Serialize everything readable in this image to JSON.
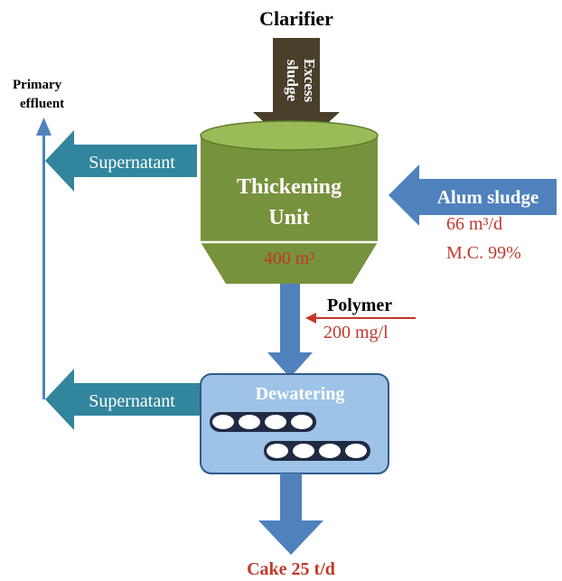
{
  "diagram": {
    "clarifier_label": "Clarifier",
    "excess_sludge_line1": "Excess",
    "excess_sludge_line2": "sludge",
    "primary_effluent_line1": "Primary",
    "primary_effluent_line2": "effluent",
    "supernatant_top": "Supernatant",
    "supernatant_bottom": "Supernatant",
    "thickening_line1": "Thickening",
    "thickening_line2": "Unit",
    "thickening_volume": "400 m³",
    "alum_sludge_label": "Alum sludge",
    "alum_flow": "66 m³/d",
    "alum_mc": "M.C. 99%",
    "polymer_label": "Polymer",
    "polymer_dose": "200 mg/l",
    "dewatering_label": "Dewatering",
    "cake_label": "Cake 25 t/d"
  },
  "colors": {
    "tank_green": "#77923c",
    "tank_rim": "#9bbb59",
    "arrow_teal": "#31859c",
    "arrow_blue": "#4f81bd",
    "dark_brown": "#4a3f2a",
    "label_red": "#c0392b",
    "dewatering_fill": "#9dc3e6"
  }
}
